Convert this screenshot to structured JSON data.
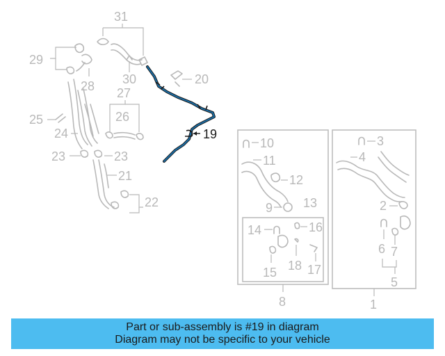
{
  "callouts": {
    "n1": "1",
    "n2": "2",
    "n3": "3",
    "n4": "4",
    "n5": "5",
    "n6": "6",
    "n7": "7",
    "n8": "8",
    "n9": "9",
    "n10": "10",
    "n11": "11",
    "n12": "12",
    "n13": "13",
    "n14": "14",
    "n15": "15",
    "n16": "16",
    "n17": "17",
    "n18": "18",
    "n19": "19",
    "n20": "20",
    "n21": "21",
    "n22": "22",
    "n23a": "23",
    "n23b": "23",
    "n24": "24",
    "n25": "25",
    "n26": "26",
    "n27": "27",
    "n28": "28",
    "n29": "29",
    "n30": "30",
    "n31": "31"
  },
  "highlight": {
    "part_number": "19",
    "color": "#1a6fa8"
  },
  "banner": {
    "line1": "Part or sub-assembly is #19 in diagram",
    "line2": "Diagram may not be specific to your vehicle",
    "background": "#4dbcf0"
  }
}
